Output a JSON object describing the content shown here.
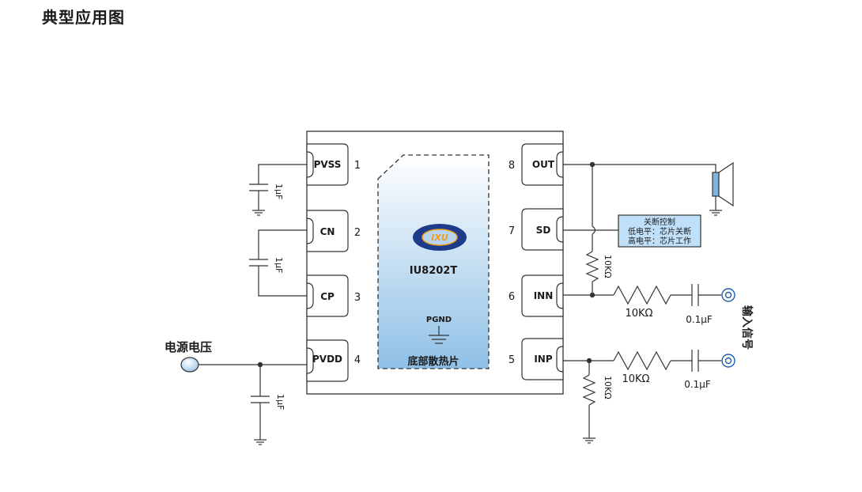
{
  "title": "典型应用图",
  "chip": {
    "part_number": "IU8202T",
    "logo_text": "IXU",
    "pad_label": "底部散热片",
    "pgnd_label": "PGND",
    "pins": [
      {
        "num": "1",
        "name": "PVSS"
      },
      {
        "num": "2",
        "name": "CN"
      },
      {
        "num": "3",
        "name": "CP"
      },
      {
        "num": "4",
        "name": "PVDD"
      },
      {
        "num": "5",
        "name": "INP"
      },
      {
        "num": "6",
        "name": "INN"
      },
      {
        "num": "7",
        "name": "SD"
      },
      {
        "num": "8",
        "name": "OUT"
      }
    ]
  },
  "components": {
    "cap_pvss": "1μF",
    "cap_flying": "1μF",
    "cap_pvdd": "1μF",
    "res_inn_feedback": "10KΩ",
    "res_inn_input": "10KΩ",
    "cap_inn_input": "0.1μF",
    "res_inp_input": "10KΩ",
    "cap_inp_input": "0.1μF",
    "res_inp_ground": "10KΩ"
  },
  "power_label": "电源电压",
  "input_label": "输入信号",
  "shutdown_box": {
    "title": "关断控制",
    "line1": "低电平：芯片关断",
    "line2": "高电平：芯片工作"
  },
  "colors": {
    "chip_fill_top": "#ffffff",
    "chip_fill_bottom": "#8fc0e6",
    "logo_blue": "#1e3a8a",
    "terminal_fill": "#cfe3f7"
  }
}
